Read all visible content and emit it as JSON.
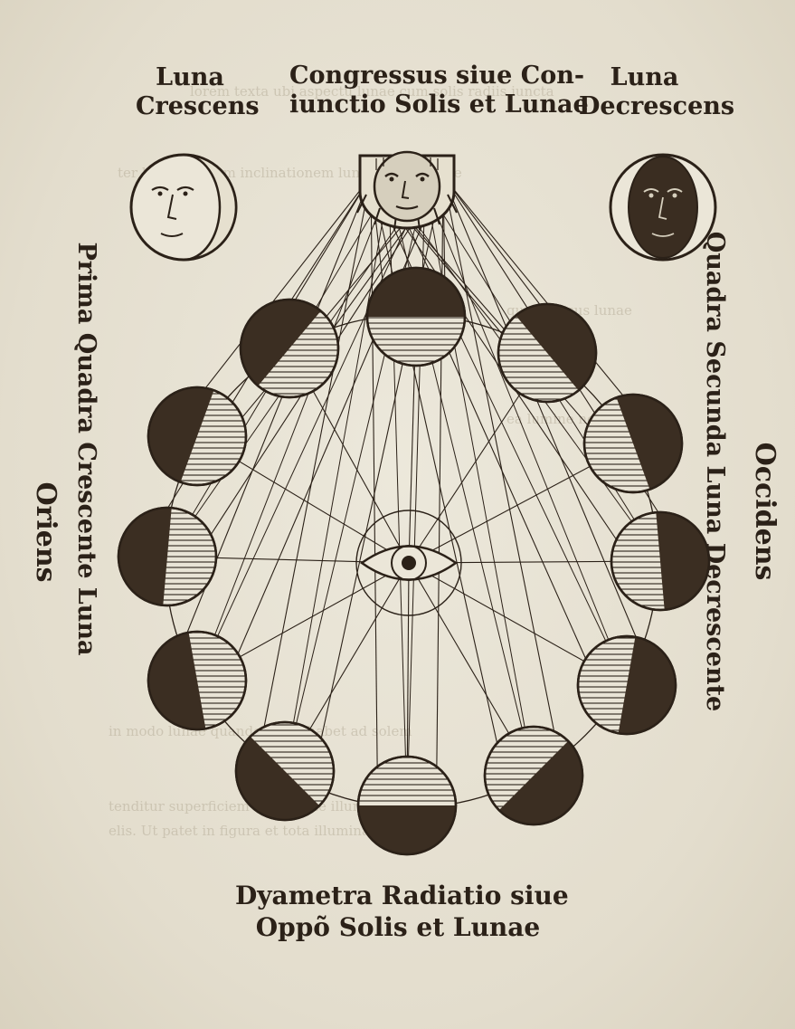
{
  "labels": {
    "top_left_line1": "Luna",
    "top_left_line2": "Crescens",
    "top_center_line1": "Congressus siue Con-",
    "top_center_line2": "iunctio Solis et Lunae",
    "top_right_line1": "Luna",
    "top_right_line2": "Decrescens",
    "left_vertical_line1": "Prima Quadra Crescente Luna",
    "left_vertical_line2": "Oriens",
    "right_vertical_line1": "Occidens",
    "right_vertical_line2": "Quadra Secunda Luna Decrescente",
    "bottom_line1": "Dyametra Radiatio siue",
    "bottom_line2": "Oppõ Solis et Lunae"
  },
  "colors": {
    "ink": "#2b2118",
    "paper": "#e6e1d3"
  },
  "icons": [
    "sun-face-icon",
    "eye-icon",
    "crescent-moon-face-icon",
    "waning-moon-face-icon"
  ]
}
